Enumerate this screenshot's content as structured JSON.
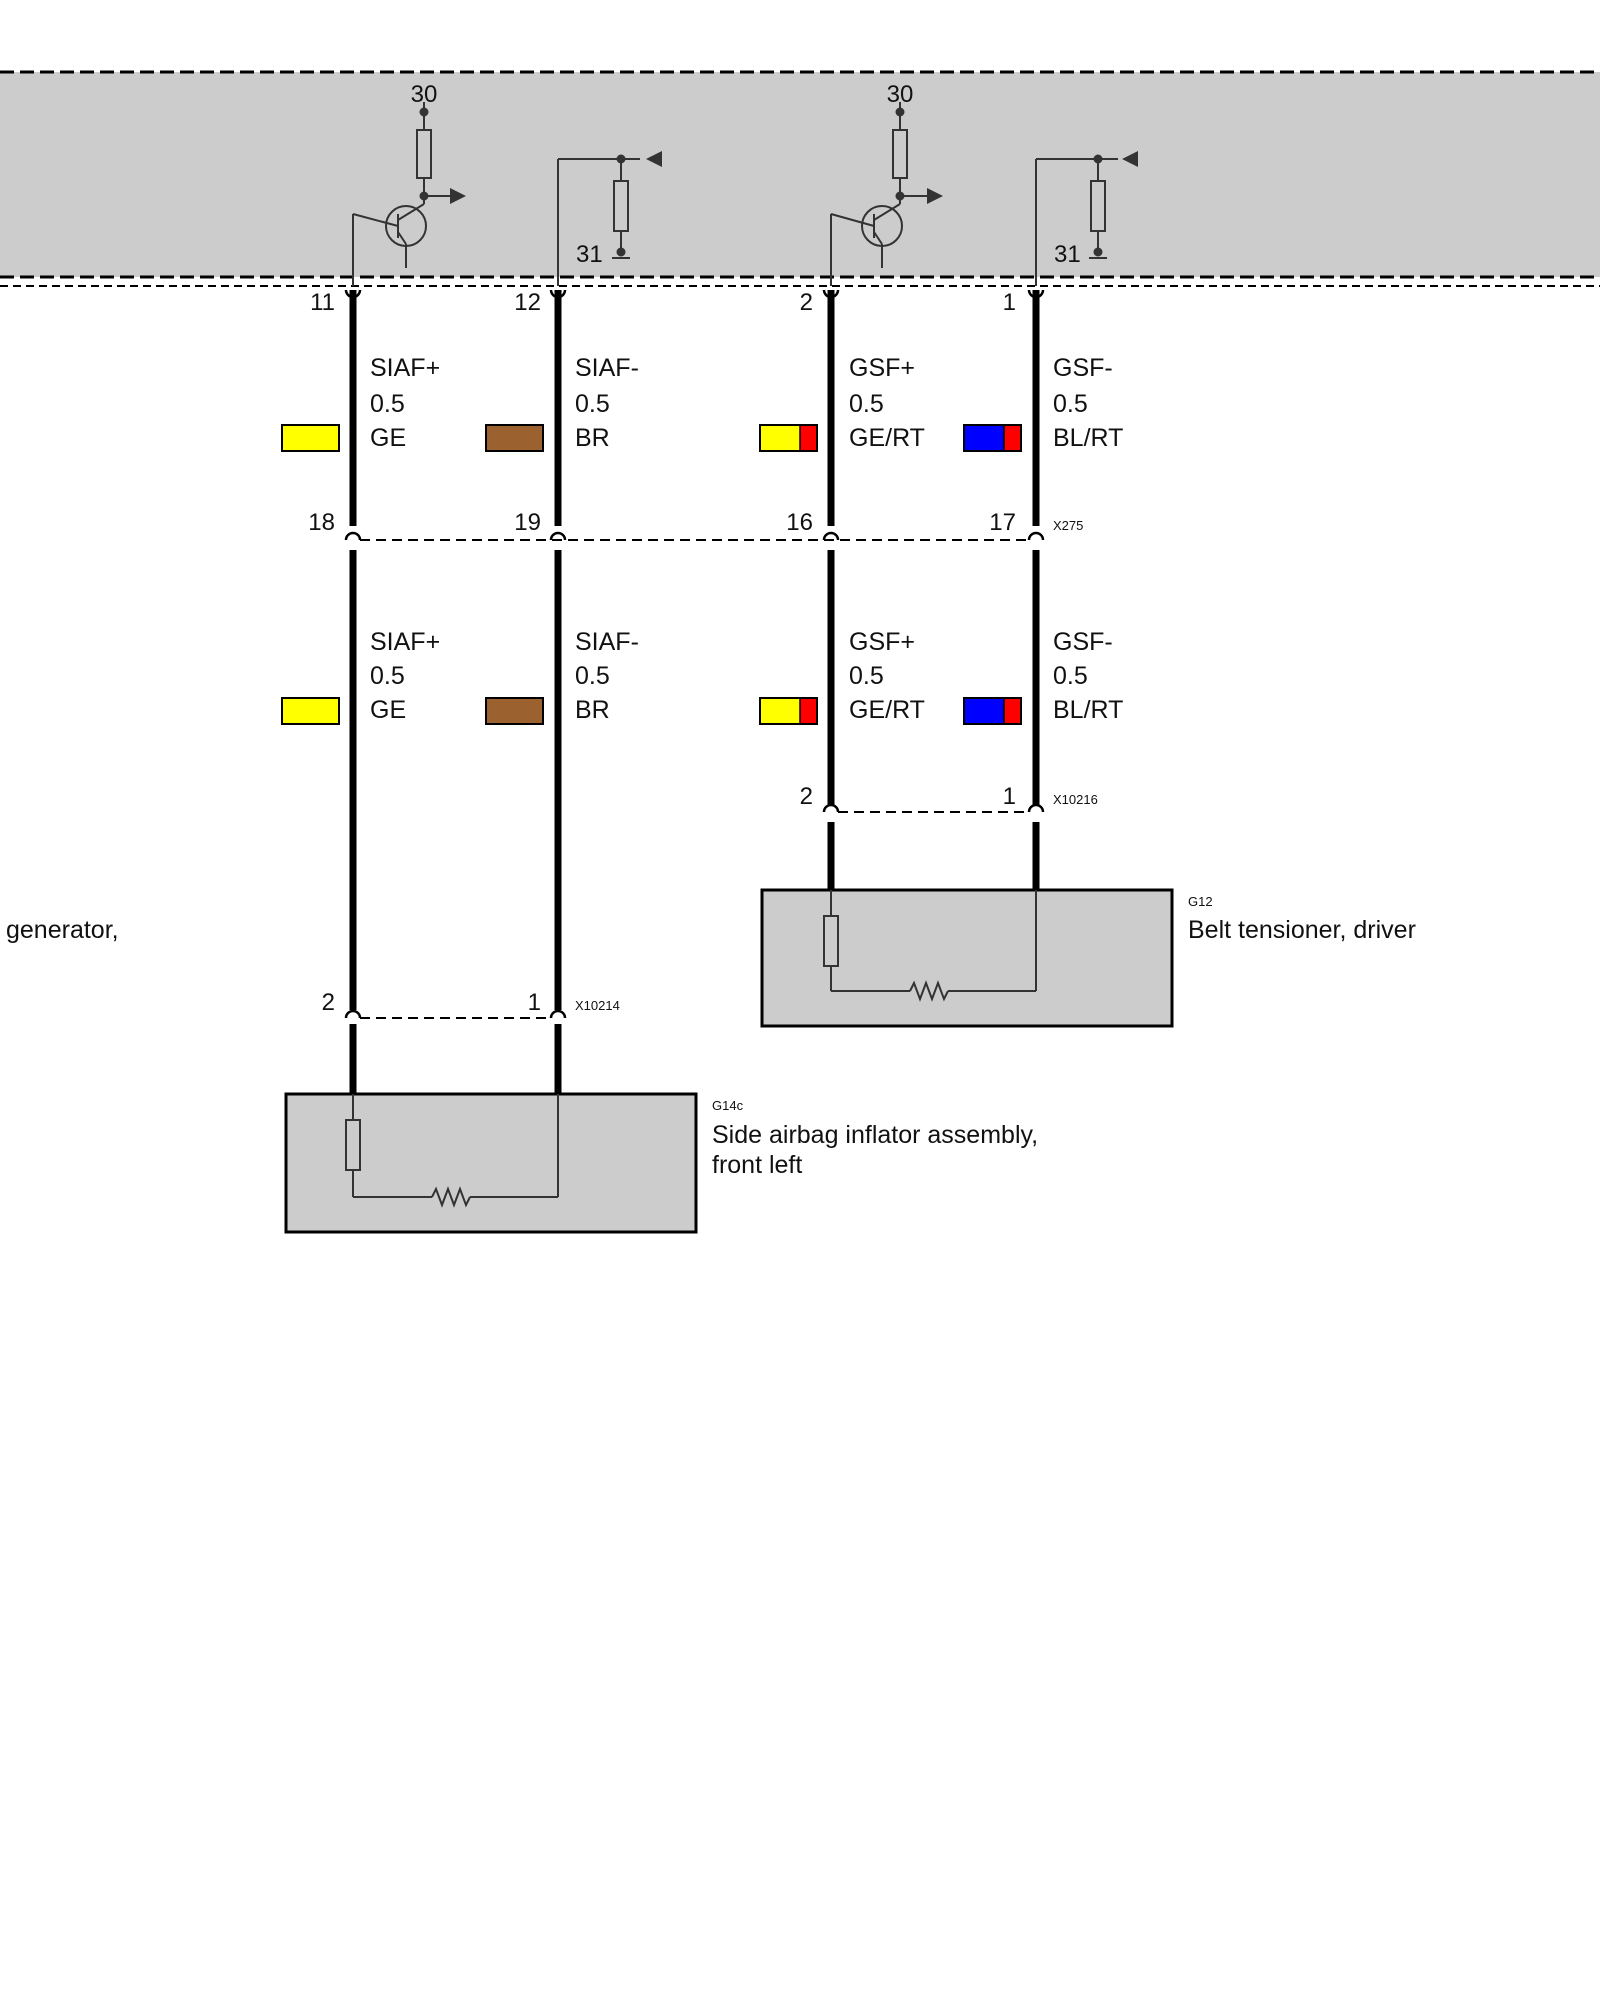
{
  "control_unit": {
    "supply_labels": [
      "30",
      "30"
    ],
    "ground_labels": [
      "31",
      "31"
    ]
  },
  "wires": [
    {
      "id": "siaf-plus",
      "pin_top": "11",
      "pin_mid": "18",
      "pin_bottom": "2",
      "signal": "SIAF+",
      "gauge": "0.5",
      "color_code": "GE",
      "colors": [
        "#ffff00"
      ]
    },
    {
      "id": "siaf-minus",
      "pin_top": "12",
      "pin_mid": "19",
      "pin_bottom": "1",
      "signal": "SIAF-",
      "gauge": "0.5",
      "color_code": "BR",
      "colors": [
        "#9b6230"
      ]
    },
    {
      "id": "gsf-plus",
      "pin_top": "2",
      "pin_mid": "16",
      "pin_bottom": "2",
      "signal": "GSF+",
      "gauge": "0.5",
      "color_code": "GE/RT",
      "colors": [
        "#ffff00",
        "#ff0000"
      ]
    },
    {
      "id": "gsf-minus",
      "pin_top": "1",
      "pin_mid": "17",
      "pin_bottom": "1",
      "signal": "GSF-",
      "gauge": "0.5",
      "color_code": "BL/RT",
      "colors": [
        "#0000ff",
        "#ff0000"
      ]
    }
  ],
  "connectors": {
    "x275": "X275",
    "x10214": "X10214",
    "x10216": "X10216"
  },
  "components": {
    "g12": {
      "code": "G12",
      "name": "Belt tensioner, driver"
    },
    "g14c": {
      "code": "G14c",
      "name_line1": "Side airbag inflator assembly,",
      "name_line2": "front left"
    }
  },
  "left_fragment": "generator,",
  "colors": {
    "module_fill": "#cccccc",
    "wire": "#000000"
  }
}
